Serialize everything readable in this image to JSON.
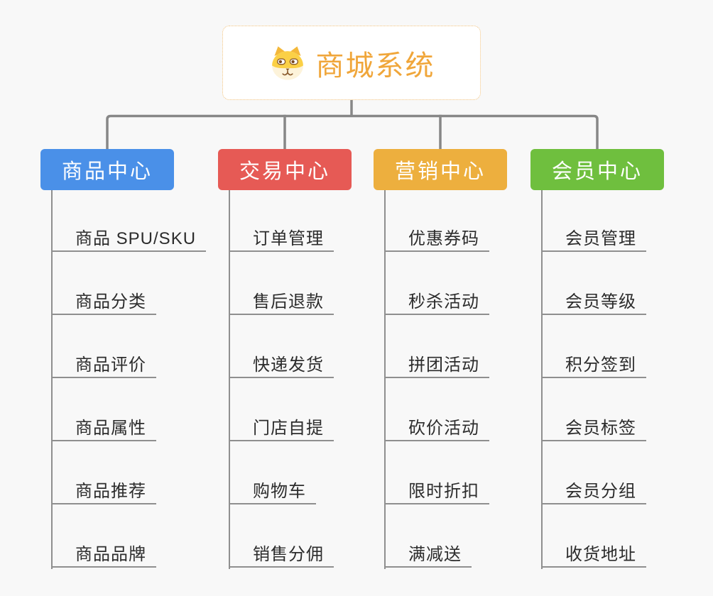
{
  "root": {
    "title": "商城系统",
    "icon": "dog-face-icon",
    "text_color": "#f0a63a",
    "border_color": "#f2c27c"
  },
  "branches": [
    {
      "label": "商品中心",
      "color": "#4a90e8",
      "children": [
        "商品 SPU/SKU",
        "商品分类",
        "商品评价",
        "商品属性",
        "商品推荐",
        "商品品牌"
      ]
    },
    {
      "label": "交易中心",
      "color": "#e65a55",
      "children": [
        "订单管理",
        "售后退款",
        "快递发货",
        "门店自提",
        "购物车",
        "销售分佣"
      ]
    },
    {
      "label": "营销中心",
      "color": "#edaf3e",
      "children": [
        "优惠券码",
        "秒杀活动",
        "拼团活动",
        "砍价活动",
        "限时折扣",
        "满减送"
      ]
    },
    {
      "label": "会员中心",
      "color": "#6fbf3e",
      "children": [
        "会员管理",
        "会员等级",
        "积分签到",
        "会员标签",
        "会员分组",
        "收货地址"
      ]
    }
  ],
  "colors": {
    "background": "#f8f8f8",
    "connector": "#878787",
    "leaf_line": "#8f8f8f",
    "leaf_text": "#2c2c2c"
  }
}
